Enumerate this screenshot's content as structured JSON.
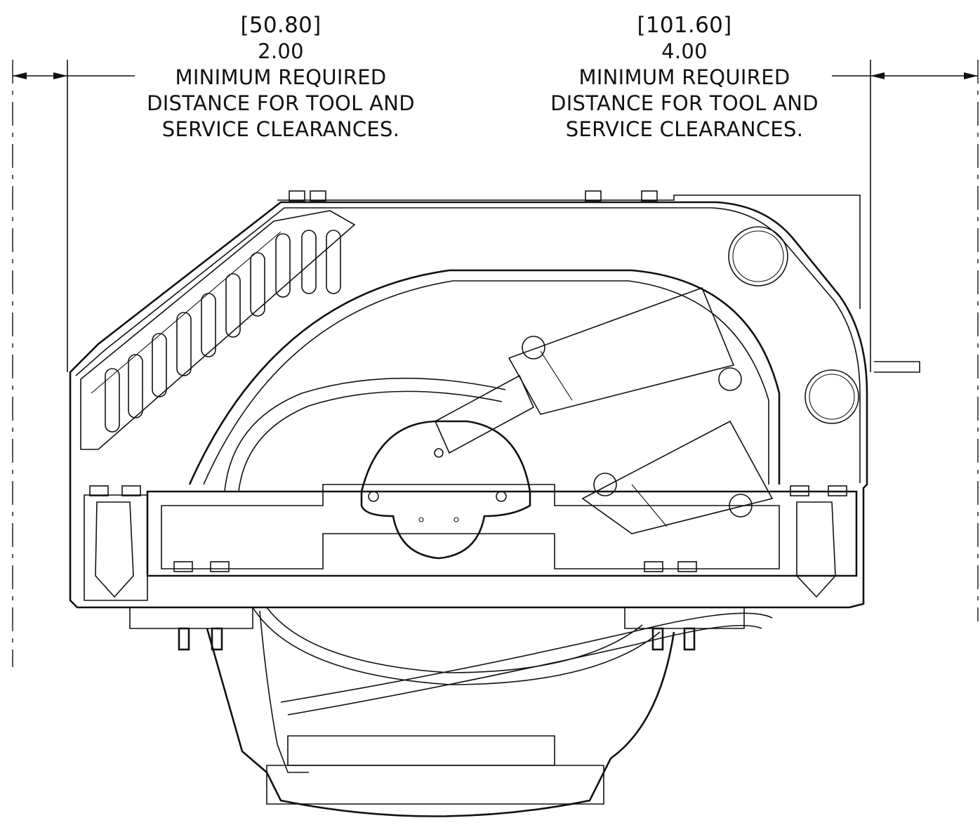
{
  "dimensions": [
    {
      "metric": "[50.80]",
      "imperial": "2.00",
      "note_line1": "MINIMUM REQUIRED",
      "note_line2": "DISTANCE FOR TOOL AND",
      "note_line3": "SERVICE CLEARANCES."
    },
    {
      "metric": "[101.60]",
      "imperial": "4.00",
      "note_line1": "MINIMUM REQUIRED",
      "note_line2": "DISTANCE FOR TOOL AND",
      "note_line3": "SERVICE CLEARANCES."
    }
  ]
}
